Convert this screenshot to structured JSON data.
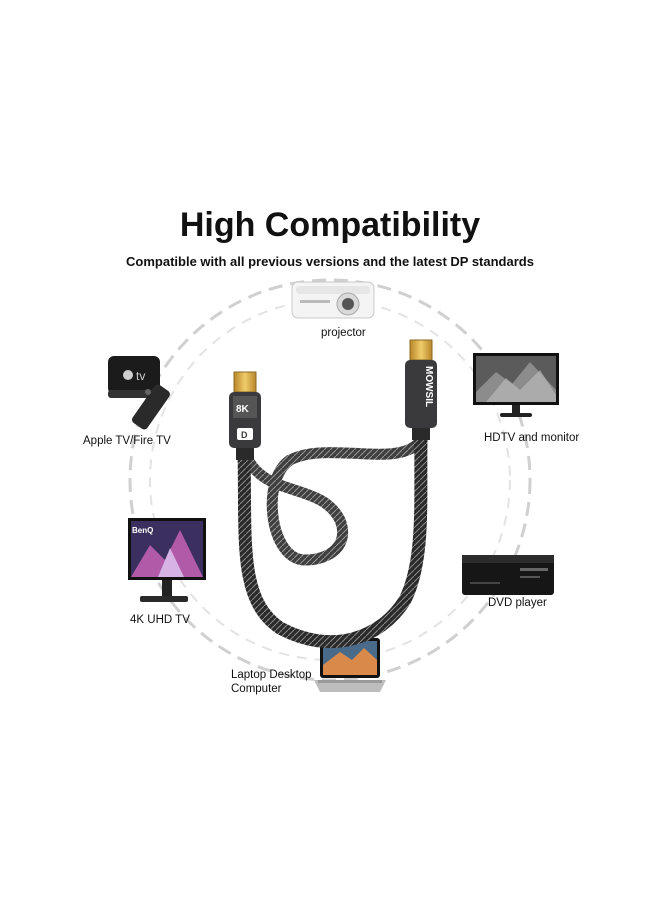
{
  "heading": {
    "title": "High Compatibility",
    "subtitle": "Compatible with all previous versions and the latest DP standards"
  },
  "devices": {
    "projector": "projector",
    "apple_tv": "Apple TV/Fire TV",
    "hdtv": "HDTV and monitor",
    "uhd_tv": "4K UHD TV",
    "dvd": "DVD player",
    "laptop_line1": "Laptop Desktop",
    "laptop_line2": "Computer"
  },
  "product": {
    "connector_left_badge": "8K",
    "connector_right_brand": "MOWSIL",
    "monitor_brand": "BenQ",
    "appletv_logo_text": "tv"
  },
  "colors": {
    "ring": "#cfcfcf",
    "connector_gold": "#d4a83a",
    "connector_body": "#3a3a3c",
    "cable": "#2a2a2a"
  }
}
